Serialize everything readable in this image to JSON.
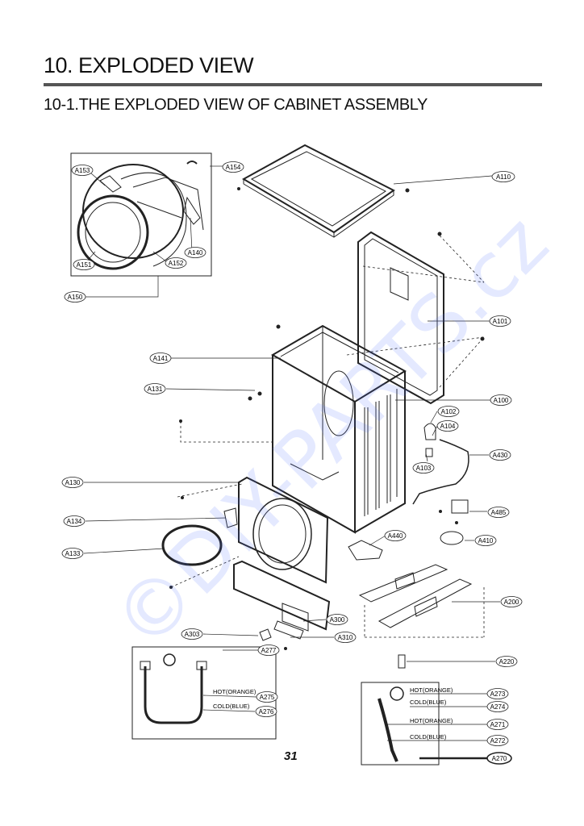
{
  "page": {
    "title": "10. EXPLODED VIEW",
    "subtitle": "10-1.THE EXPLODED VIEW OF CABINET ASSEMBLY",
    "page_number": "31",
    "watermark": "©DIY-PARTS.cz"
  },
  "labels": {
    "A110": "A110",
    "A153": "A153",
    "A154": "A154",
    "A140": "A140",
    "A151": "A151",
    "A152": "A152",
    "A150": "A150",
    "A101": "A101",
    "A141": "A141",
    "A131": "A131",
    "A100": "A100",
    "A102": "A102",
    "A104": "A104",
    "A103": "A103",
    "A430": "A430",
    "A130": "A130",
    "A134": "A134",
    "A485": "A485",
    "A440": "A440",
    "A410": "A410",
    "A133": "A133",
    "A200": "A200",
    "A303": "A303",
    "A300": "A300",
    "A310": "A310",
    "A277": "A277",
    "A220": "A220",
    "A275": "A275",
    "A276": "A276",
    "A273": "A273",
    "A274": "A274",
    "A271": "A271",
    "A272": "A272",
    "A270": "A270"
  },
  "notes": {
    "hot_left": "HOT(ORANGE)",
    "cold_left": "COLD(BLUE)",
    "hot_r1": "HOT(ORANGE)",
    "cold_r1": "COLD(BLUE)",
    "hot_r2": "HOT(ORANGE)",
    "cold_r2": "COLD(BLUE)"
  }
}
